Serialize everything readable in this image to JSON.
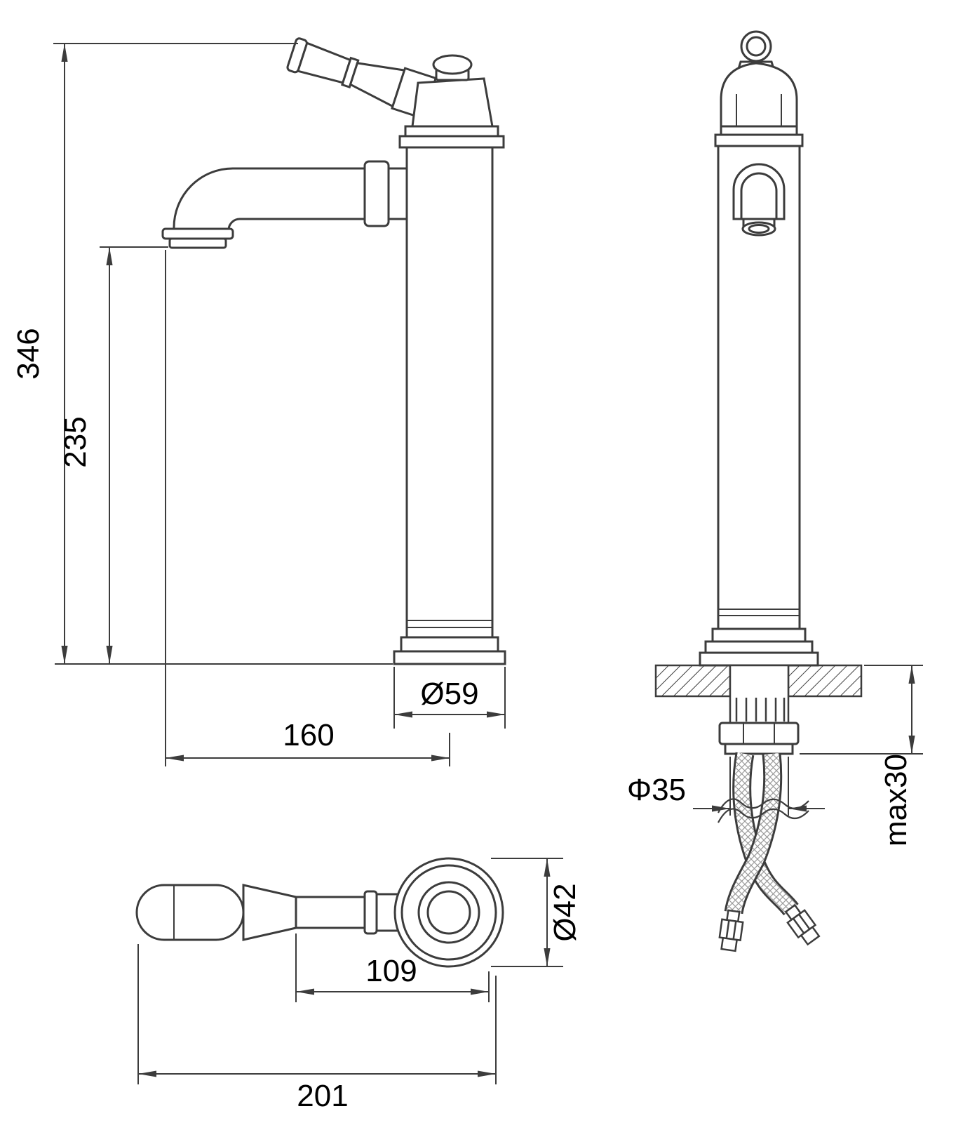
{
  "drawing": {
    "type": "technical-dimension-drawing",
    "subject": "tall single-lever basin mixer tap shown in side, front and top orthographic views with installation hoses",
    "colors": {
      "line": "#3c3c3c",
      "text": "#000000",
      "background": "#ffffff"
    },
    "labels": {
      "total_height": "346",
      "spout_height": "235",
      "base_diameter": "Ø59",
      "spout_reach": "160",
      "deck_thickness": "max30",
      "hole_diameter": "Φ35",
      "body_diameter": "Ø42",
      "handle_span": "109",
      "overall_length": "201"
    }
  }
}
